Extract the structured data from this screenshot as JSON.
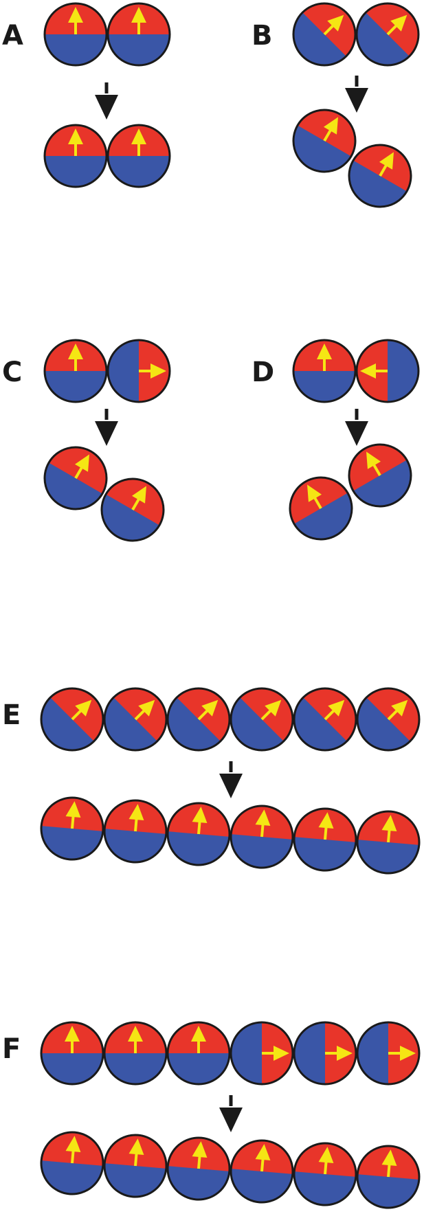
{
  "colors": {
    "red": "#e8352a",
    "blue": "#3a56a7",
    "arrow": "#f5e614",
    "outline": "#1a1a1a",
    "transition": "#1a1a1a"
  },
  "panels": [
    {
      "label": "A",
      "before": {
        "arrangement": "horizontal-row",
        "angles_deg": [
          0,
          0
        ]
      },
      "after": {
        "arrangement": "horizontal-row",
        "angles_deg": [
          0,
          0
        ]
      }
    },
    {
      "label": "B",
      "before": {
        "arrangement": "horizontal-row",
        "angles_deg": [
          45,
          45
        ]
      },
      "after": {
        "arrangement": "stepped-down-right",
        "angles_deg": [
          30,
          30
        ]
      }
    },
    {
      "label": "C",
      "before": {
        "arrangement": "horizontal-row",
        "angles_deg": [
          0,
          90
        ]
      },
      "after": {
        "arrangement": "stepped-down-right",
        "angles_deg": [
          30,
          30
        ]
      }
    },
    {
      "label": "D",
      "before": {
        "arrangement": "horizontal-row",
        "angles_deg": [
          0,
          -90
        ]
      },
      "after": {
        "arrangement": "stepped-down-left",
        "angles_deg": [
          -30,
          -30
        ]
      }
    },
    {
      "label": "E",
      "before": {
        "arrangement": "horizontal-row",
        "angles_deg": [
          45,
          45,
          45,
          45,
          45,
          45
        ]
      },
      "after": {
        "arrangement": "gently-sloping-row",
        "angles_deg": [
          5,
          5,
          5,
          5,
          5,
          5
        ]
      }
    },
    {
      "label": "F",
      "before": {
        "arrangement": "horizontal-row",
        "angles_deg": [
          0,
          0,
          0,
          90,
          90,
          90
        ]
      },
      "after": {
        "arrangement": "gently-sloping-row",
        "angles_deg": [
          5,
          5,
          5,
          5,
          5,
          5
        ]
      }
    }
  ]
}
